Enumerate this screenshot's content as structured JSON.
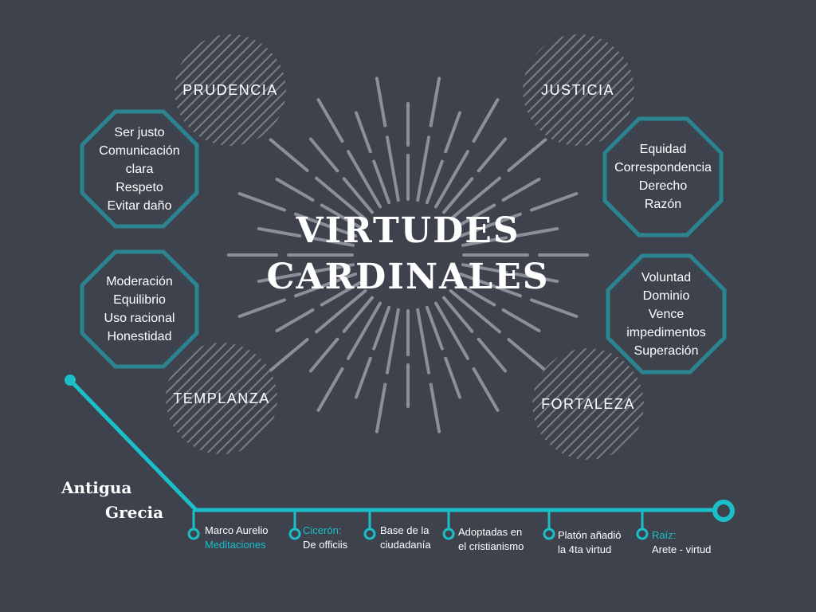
{
  "colors": {
    "background": "#3d424d",
    "accent": "#1bbfc9",
    "octagon_border": "#2a8591",
    "burst": "#8a8f98",
    "circle_hatch": "#7a7d85"
  },
  "title": {
    "line1": "VIRTUDES",
    "line2": "CARDINALES"
  },
  "virtues": [
    {
      "name": "PRUDENCIA",
      "traits": [
        "Ser justo",
        "Comunicación",
        "clara",
        "Respeto",
        "Evitar daño"
      ]
    },
    {
      "name": "JUSTICIA",
      "traits": [
        "Equidad",
        "Correspondencia",
        "Derecho",
        "Razón"
      ]
    },
    {
      "name": "TEMPLANZA",
      "traits": [
        "Moderación",
        "Equilibrio",
        "Uso racional",
        "Honestidad"
      ]
    },
    {
      "name": "FORTALEZA",
      "traits": [
        "Voluntad",
        "Dominio",
        "Vence",
        "impedimentos",
        "Superación"
      ]
    }
  ],
  "timeline": {
    "era_line1": "Antigua",
    "era_line2": "Grecia",
    "events": [
      {
        "line1": "Marco Aurelio",
        "line2": "Meditaciones"
      },
      {
        "line1": "Cicerón:",
        "line2": "De officiis"
      },
      {
        "line1": "Base de la",
        "line2": "ciudadanía"
      },
      {
        "line1": "Adoptadas en",
        "line2": "el cristianismo"
      },
      {
        "line1": "Platón añadió",
        "line2": "la 4ta virtud"
      },
      {
        "line1": "Raíz:",
        "line2": "Arete - virtud"
      }
    ]
  }
}
